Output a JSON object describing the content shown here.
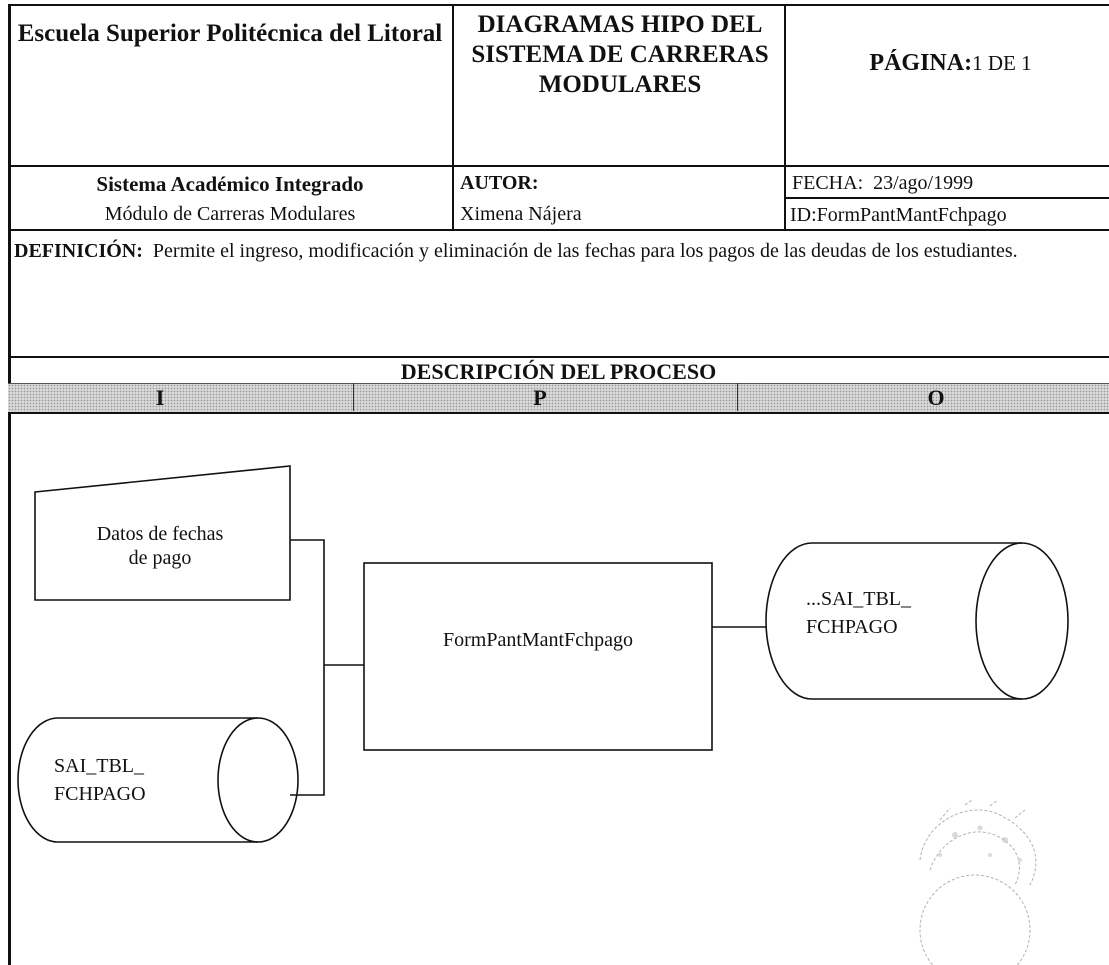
{
  "header": {
    "institution": "Escuela Superior Politécnica del Litoral",
    "title": "DIAGRAMAS HIPO DEL SISTEMA DE CARRERAS MODULARES",
    "page_label": "PÁGINA:",
    "page_value": "1 DE 1"
  },
  "info": {
    "system": "Sistema Académico Integrado",
    "module": "Módulo de Carreras Modulares",
    "author_label": "AUTOR:",
    "author": "Ximena Nájera",
    "date_label": "FECHA:",
    "date": "23/ago/1999",
    "id_label": "ID:",
    "id": "FormPantMantFchpago"
  },
  "definition": {
    "label": "DEFINICIÓN:",
    "text": "Permite el ingreso, modificación y eliminación de las fechas para los pagos de las deudas de los estudiantes."
  },
  "process": {
    "heading": "DESCRIPCIÓN DEL PROCESO",
    "columns": [
      "I",
      "P",
      "O"
    ]
  },
  "diagram": {
    "input_manual": [
      "Datos de fechas",
      "de pago"
    ],
    "input_table": [
      "SAI_TBL_",
      "FCHPAGO"
    ],
    "process": "FormPantMantFchpago",
    "output_table": [
      "...SAI_TBL_",
      "FCHPAGO"
    ]
  }
}
